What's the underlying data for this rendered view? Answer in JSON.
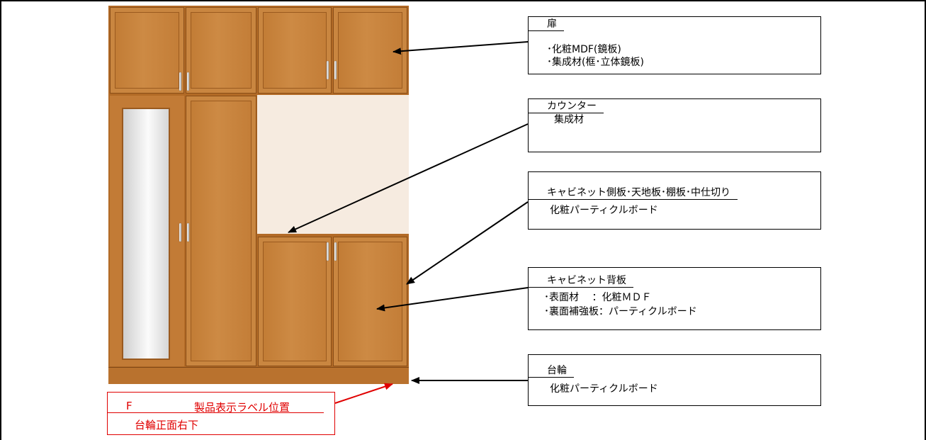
{
  "labels": {
    "door": {
      "title": "扉",
      "lines": [
        "･化粧MDF(鏡板)",
        "･集成材(框･立体鏡板)"
      ]
    },
    "counter": {
      "title": "カウンター",
      "lines": [
        "集成材"
      ]
    },
    "cabinet_side": {
      "title": "キャビネット側板･天地板･棚板･中仕切り",
      "lines": [
        "化粧パーティクルボード"
      ]
    },
    "cabinet_back": {
      "title": "キャビネット背板",
      "lines": [
        "･表面材　 ：化粧ＭＤＦ",
        "･裏面補強板：パーティクルボード"
      ]
    },
    "base": {
      "title": "台輪",
      "lines": [
        "化粧パーティクルボード"
      ]
    }
  },
  "product_label": {
    "prefix": "F",
    "title": "製品表示ラベル位置",
    "line": "台輪正面右下"
  },
  "colors": {
    "arrow": "#000000",
    "label_arrow": "#e00000",
    "wood": "#c27b36"
  }
}
